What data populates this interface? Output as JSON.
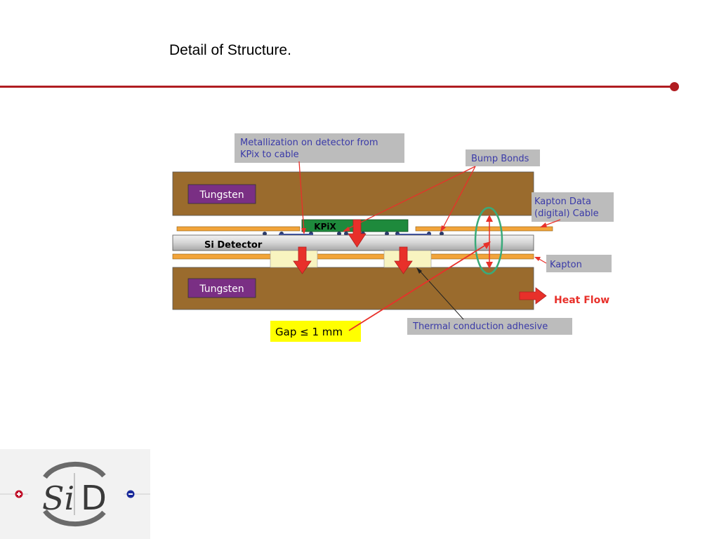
{
  "title": "Detail of Structure.",
  "colors": {
    "accent_red": "#b01c21",
    "tungsten": "#9a6b2d",
    "tungsten_label": "#7a2f84",
    "kapton": "#f2a43a",
    "kpix": "#1e8a3c",
    "callout_bg": "#bcbcbc",
    "callout_text": "#3a3aa8",
    "gap_bg": "#ffff00",
    "heat_red": "#e8302a",
    "adhesive": "#f8f4c0",
    "bond_pad": "#3a4fa8",
    "ellipse": "#3aaa7a"
  },
  "diagram": {
    "tungsten_top_label": "Tungsten",
    "tungsten_bottom_label": "Tungsten",
    "kpix_label": "KPiX",
    "detector_label": "Si Detector",
    "callouts": {
      "metallization": [
        "Metallization on detector from",
        "KPix to cable"
      ],
      "bump_bonds": "Bump Bonds",
      "kapton_data": [
        "Kapton Data",
        "(digital) Cable"
      ],
      "kapton": "Kapton",
      "heat_flow": "Heat Flow",
      "thermal": "Thermal conduction adhesive",
      "gap": "Gap ≤ 1 mm"
    }
  },
  "logo": {
    "letters_left": "Si",
    "letters_right": "D"
  }
}
